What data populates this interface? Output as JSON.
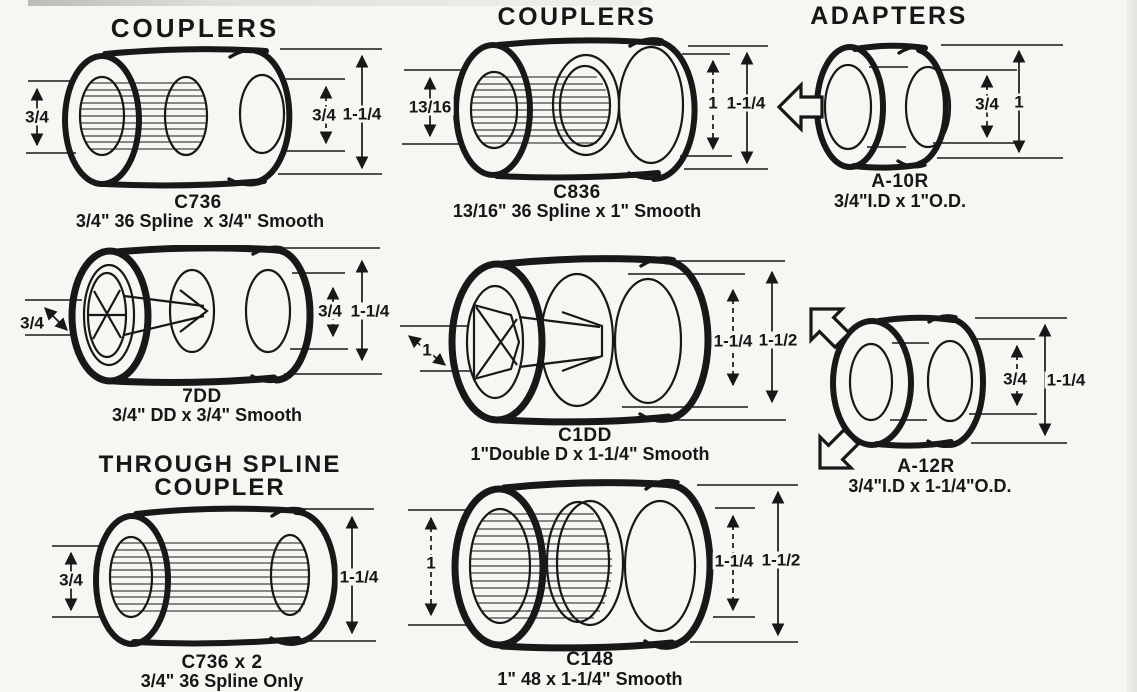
{
  "headers": {
    "couplers_left": "COUPLERS",
    "couplers_middle": "COUPLERS",
    "adapters": "ADAPTERS",
    "through_spline_line1": "THROUGH SPLINE",
    "through_spline_line2": "COUPLER"
  },
  "parts": {
    "c736": {
      "number": "C736",
      "description": "3/4\" 36 Spline  x 3/4\" Smooth",
      "dim_left": "3/4",
      "dim_inner": "3/4",
      "dim_outer": "1-1/4"
    },
    "c836": {
      "number": "C836",
      "description": "13/16\" 36 Spline x 1\" Smooth",
      "dim_left": "13/16",
      "dim_inner": "1",
      "dim_outer": "1-1/4"
    },
    "a10r": {
      "number": "A-10R",
      "description": "3/4\"I.D x 1\"O.D.",
      "dim_inner": "3/4",
      "dim_outer": "1"
    },
    "dd7": {
      "number": "7DD",
      "description": "3/4\" DD x 3/4\" Smooth",
      "dim_left": "3/4",
      "dim_inner": "3/4",
      "dim_outer": "1-1/4"
    },
    "c1dd": {
      "number": "C1DD",
      "description": "1\"Double D x 1-1/4\" Smooth",
      "dim_left": "1",
      "dim_inner": "1-1/4",
      "dim_outer": "1-1/2"
    },
    "a12r": {
      "number": "A-12R",
      "description": "3/4\"I.D x 1-1/4\"O.D.",
      "dim_inner": "3/4",
      "dim_outer": "1-1/4"
    },
    "c736x2": {
      "number": "C736 x 2",
      "description": "3/4\" 36 Spline Only",
      "dim_left": "3/4",
      "dim_outer": "1-1/4"
    },
    "c148": {
      "number": "C148",
      "description": "1\" 48 x 1-1/4\" Smooth",
      "dim_left": "1",
      "dim_inner": "1-1/4",
      "dim_outer": "1-1/2"
    }
  },
  "colors": {
    "ink": "#181818",
    "paper": "#f7f6f2"
  }
}
